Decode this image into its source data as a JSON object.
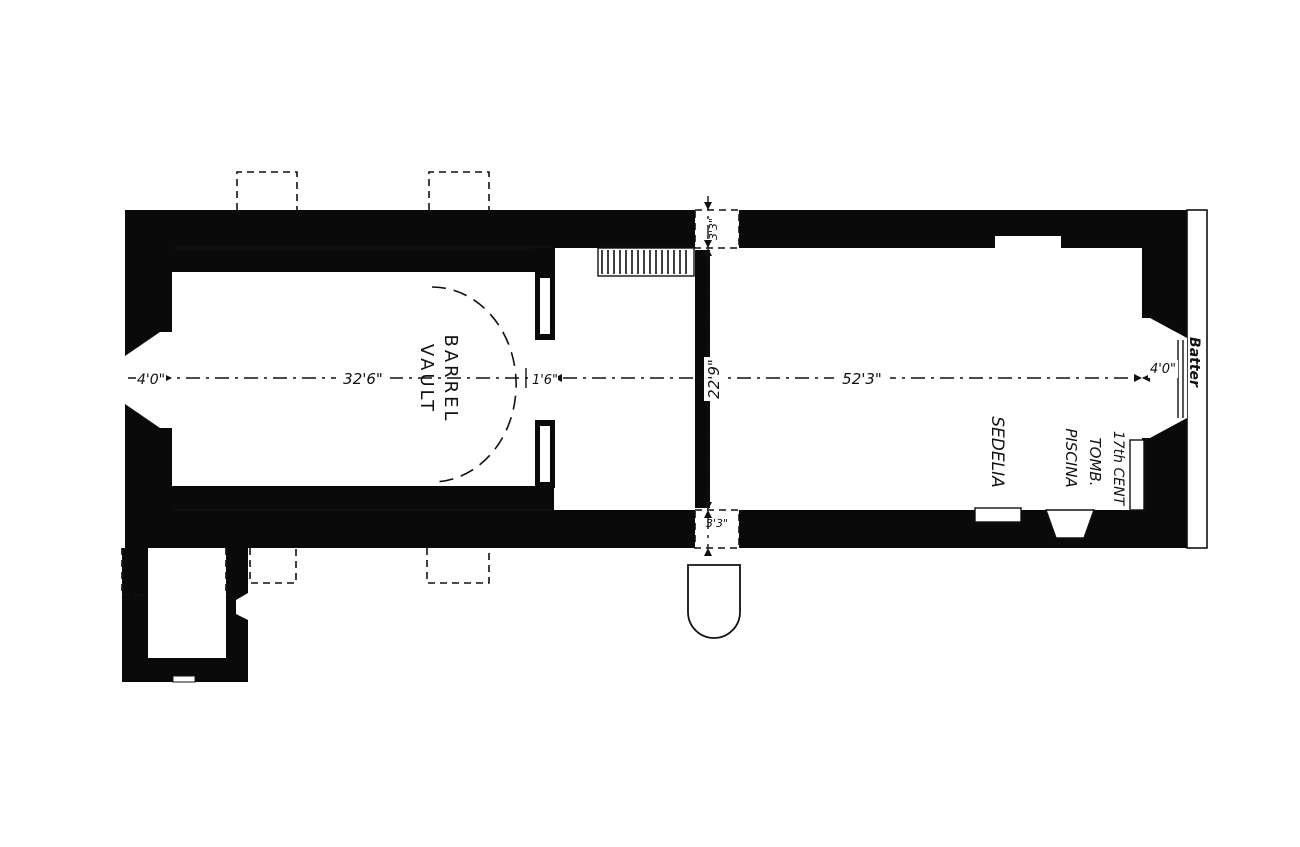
{
  "colors": {
    "ink": "#0a0a0a",
    "paper": "#ffffff"
  },
  "labels": {
    "barrel_vault_line1": "BARREL",
    "barrel_vault_line2": "VAULT",
    "sedelia": "SEDELIA",
    "piscina": "PISCINA",
    "tomb_line1": "17th CENT",
    "tomb_line2": "TOMB.",
    "batter": "Batter"
  },
  "dimensions": {
    "west_wall": "4'0\"",
    "nave_length": "32'6\"",
    "arch_wall": "1'6\"",
    "chancel_width": "22'9\"",
    "chancel_length": "52'3\"",
    "east_wall": "4'0\"",
    "north_opening": "3'3\"",
    "south_opening": "3'3\""
  }
}
